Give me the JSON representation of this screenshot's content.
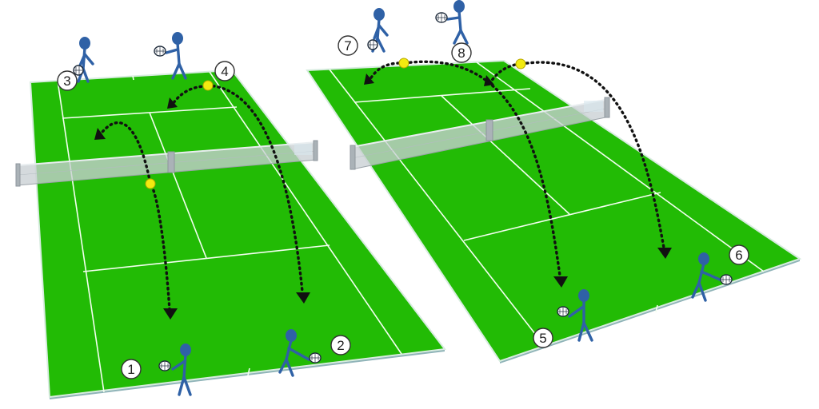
{
  "player_labels": [
    "1",
    "2",
    "3",
    "4",
    "5",
    "6",
    "7",
    "8"
  ],
  "colors": {
    "court": "#22bb05",
    "court_lines": "#f3fff0",
    "net": "#c9cfd3",
    "player": "#2f61a6",
    "ball": "#f2ea10",
    "trajectory": "#111111"
  },
  "icons": [
    "player-figure-icon",
    "tennis-racket-icon",
    "tennis-ball-icon",
    "arrowhead-icon"
  ]
}
